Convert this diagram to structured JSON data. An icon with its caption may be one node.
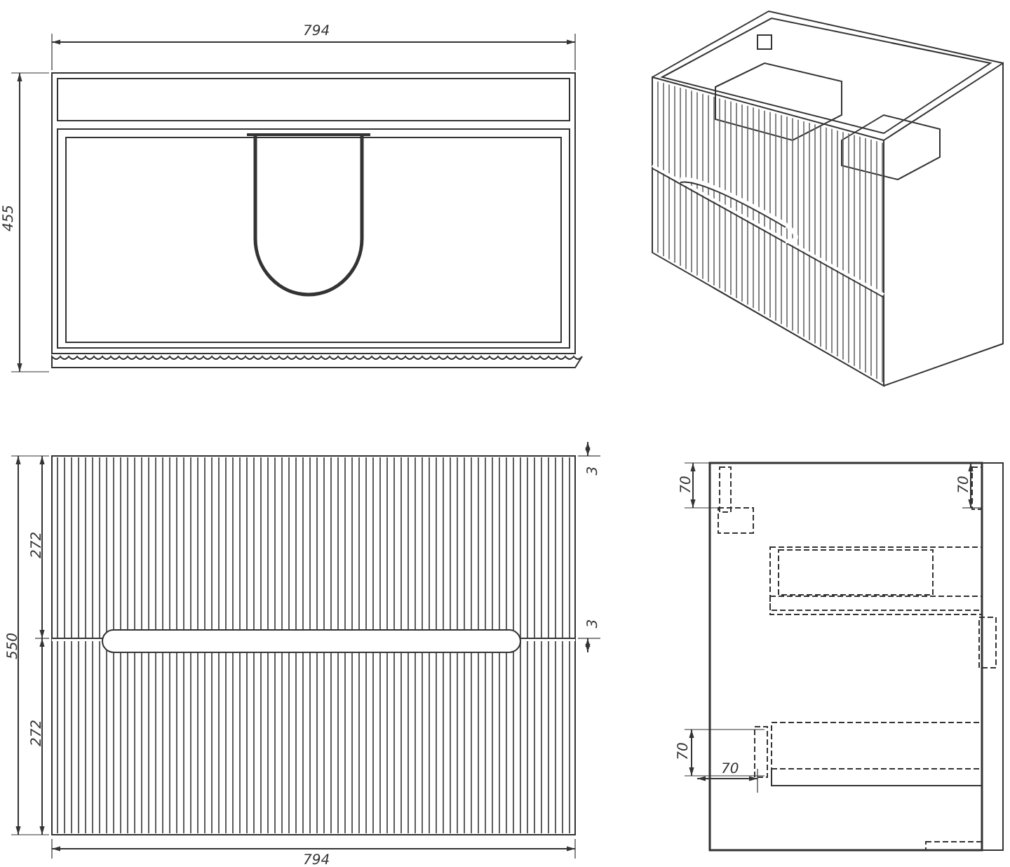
{
  "diagram": {
    "labels": [
      "794",
      "455",
      "3",
      "70",
      "70",
      "272",
      "550",
      "3",
      "70",
      "70",
      "272",
      "794"
    ]
  }
}
